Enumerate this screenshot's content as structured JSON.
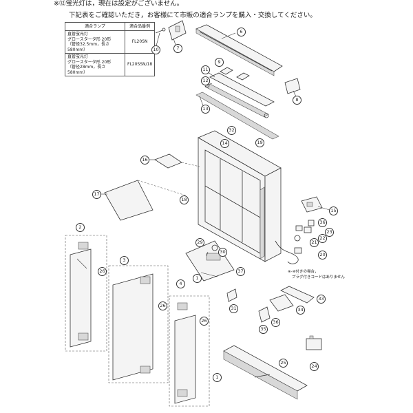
{
  "notes": {
    "line1": "※⑫蛍光灯は，現在は設定がございません。",
    "line2": "下記表をご確認いただき，お客様にて市販の適合ランプを購入・交換してください。",
    "cord_note_1": "※-④付きの場合，",
    "cord_note_2": "プラグ付きコードはありません"
  },
  "lamp_table": {
    "header_lamp": "適合ランプ",
    "header_code": "適合品番例",
    "rows": [
      {
        "line1": "直管蛍光灯",
        "line2": "グロースタータ形 20形",
        "line3": "（管径32.5mm，長さ580mm）",
        "code": "FL20SN"
      },
      {
        "line1": "直管蛍光灯",
        "line2": "グロースタータ形 20形",
        "line3": "（管径28mm，長さ580mm）",
        "code": "FL20SSN/18"
      }
    ]
  },
  "callouts": [
    "1",
    "2",
    "3",
    "4",
    "6",
    "7",
    "8",
    "9",
    "10",
    "11",
    "12",
    "13",
    "14",
    "15",
    "16",
    "17",
    "18",
    "19",
    "20",
    "21",
    "22",
    "23",
    "24",
    "25",
    "26",
    "29",
    "30",
    "31",
    "32",
    "33",
    "34",
    "35",
    "36",
    "37"
  ],
  "icons": [
    "cabinet-frame-icon",
    "fluorescent-tube-icon",
    "mirror-door-icon",
    "shelf-icon",
    "light-cover-icon",
    "lower-light-bar-icon",
    "outlet-icon",
    "cord-icon",
    "battery-icon"
  ]
}
